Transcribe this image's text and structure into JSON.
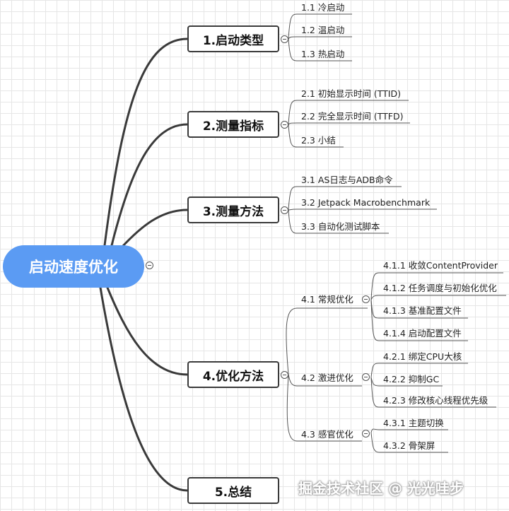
{
  "root": {
    "label": "启动速度优化"
  },
  "branches": [
    {
      "label": "1.启动类型",
      "items": [
        "1.1 冷启动",
        "1.2 温启动",
        "1.3 热启动"
      ]
    },
    {
      "label": "2.测量指标",
      "items": [
        "2.1 初始显示时间 (TTID)",
        "2.2 完全显示时间 (TTFD)",
        "2.3 小结"
      ]
    },
    {
      "label": "3.测量方法",
      "items": [
        "3.1 AS日志与ADB命令",
        "3.2 Jetpack Macrobenchmark",
        "3.3 自动化测试脚本"
      ]
    },
    {
      "label": "4.优化方法",
      "groups": [
        {
          "label": "4.1 常规优化",
          "items": [
            "4.1.1 收敛ContentProvider",
            "4.1.2 任务调度与初始化优化",
            "4.1.3 基准配置文件",
            "4.1.4 启动配置文件"
          ]
        },
        {
          "label": "4.2 激进优化",
          "items": [
            "4.2.1 绑定CPU大核",
            "4.2.2 抑制GC",
            "4.2.3 修改核心线程优先级"
          ]
        },
        {
          "label": "4.3 感官优化",
          "items": [
            "4.3.1 主题切换",
            "4.3.2 骨架屏"
          ]
        }
      ]
    },
    {
      "label": "5.总结"
    }
  ],
  "watermark": "掘金技术社区 @ 光光哇步",
  "colors": {
    "root_fill": "#5b9bf3",
    "line": "#3a3a3a",
    "sub_line": "#555555"
  }
}
